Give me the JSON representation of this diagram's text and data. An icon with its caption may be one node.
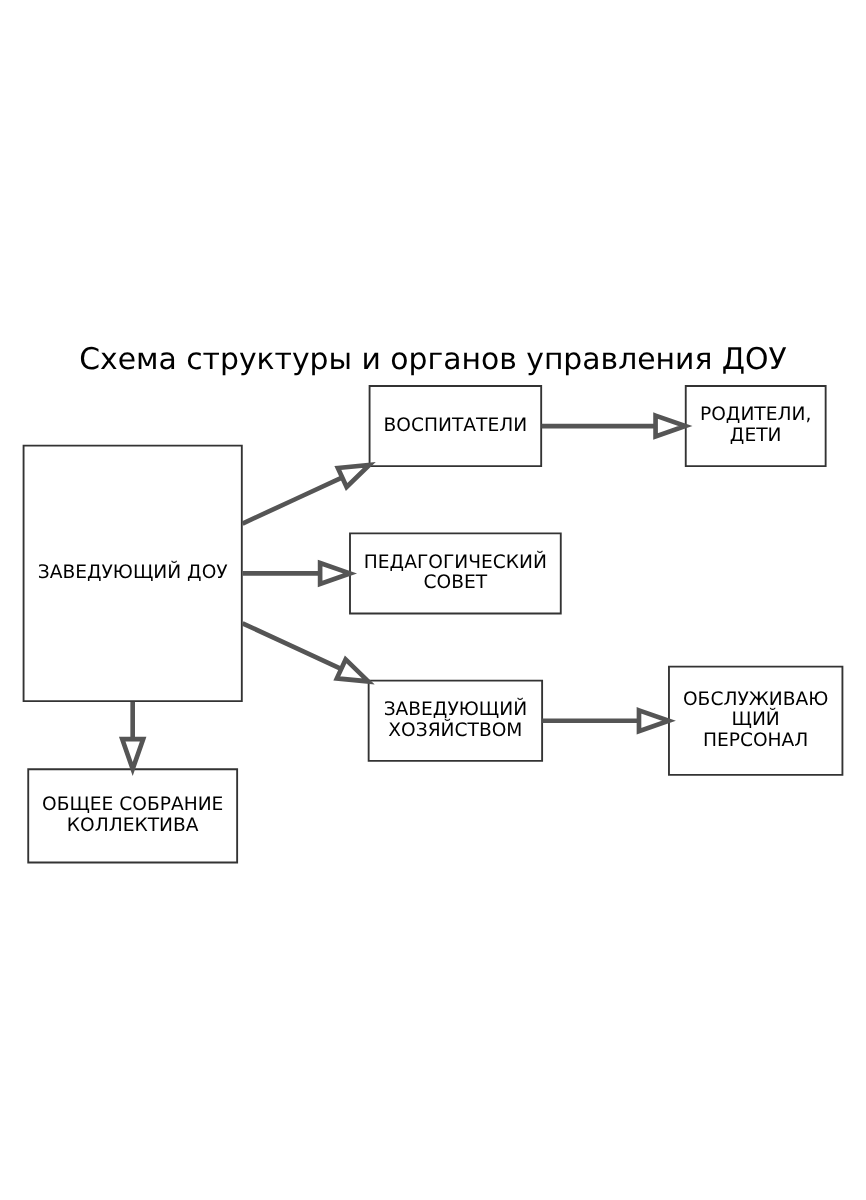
{
  "diagram": {
    "title": "Схема структуры и органов управления ДОУ",
    "nodes": [
      {
        "text": [
          "ЗАВЕДУЮЩИЙ ДОУ"
        ]
      },
      {
        "text": [
          "ВОСПИТАТЕЛИ"
        ]
      },
      {
        "text": [
          "РОДИТЕЛИ, ДЕТИ"
        ]
      },
      {
        "text": [
          "ПЕДАГОГИЧЕСКИЙ СОВЕТ"
        ]
      },
      {
        "text": [
          "ЗАВЕДУЮЩИЙ ХОЗЯЙСТВОМ"
        ]
      },
      {
        "text": [
          "ОБСЛУЖИВАЮ ЩИЙ ПЕРСОНАЛ"
        ]
      },
      {
        "text": [
          "ОБЩЕЕ СОБРАНИЕ КОЛЛЕКТИВА"
        ]
      }
    ],
    "edges": [
      {
        "from": 0,
        "to": 1,
        "arrow": "to"
      },
      {
        "from": 1,
        "to": 2,
        "arrow": "to"
      },
      {
        "from": 0,
        "to": 3,
        "arrow": "to"
      },
      {
        "from": 0,
        "to": 4,
        "arrow": "to"
      },
      {
        "from": 4,
        "to": 5,
        "arrow": "to"
      },
      {
        "from": 0,
        "to": 6,
        "arrow": "to"
      }
    ]
  }
}
